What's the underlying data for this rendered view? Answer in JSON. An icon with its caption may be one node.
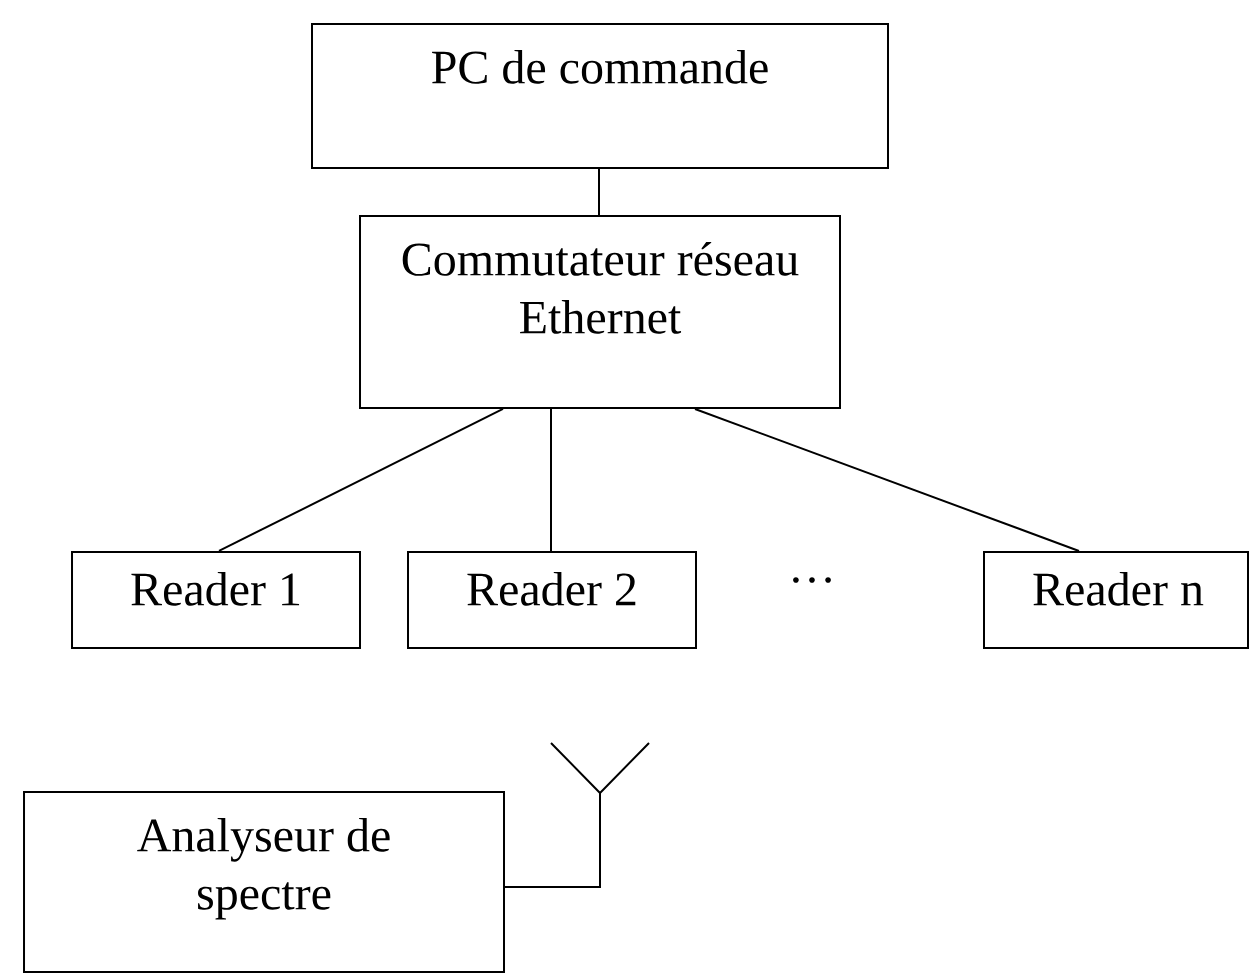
{
  "diagram": {
    "nodes": [
      {
        "text": [
          "PC de commande"
        ]
      },
      {
        "text": [
          "Commutateur réseau Ethernet"
        ]
      },
      {
        "text": [
          "Reader 1"
        ]
      },
      {
        "text": [
          "Reader 2"
        ]
      },
      {
        "text": [
          "Reader n"
        ]
      },
      {
        "text": [
          "Analyseur de spectre"
        ]
      },
      {
        "text": [],
        "shape": "antenna"
      }
    ],
    "edges": [
      {
        "from": 0,
        "to": 1,
        "arrow": "none"
      },
      {
        "from": 1,
        "to": 2,
        "arrow": "none"
      },
      {
        "from": 1,
        "to": 3,
        "arrow": "none"
      },
      {
        "from": 1,
        "to": 4,
        "arrow": "none"
      },
      {
        "from": 5,
        "to": 6,
        "arrow": "none"
      }
    ],
    "labels": [
      "…"
    ]
  }
}
